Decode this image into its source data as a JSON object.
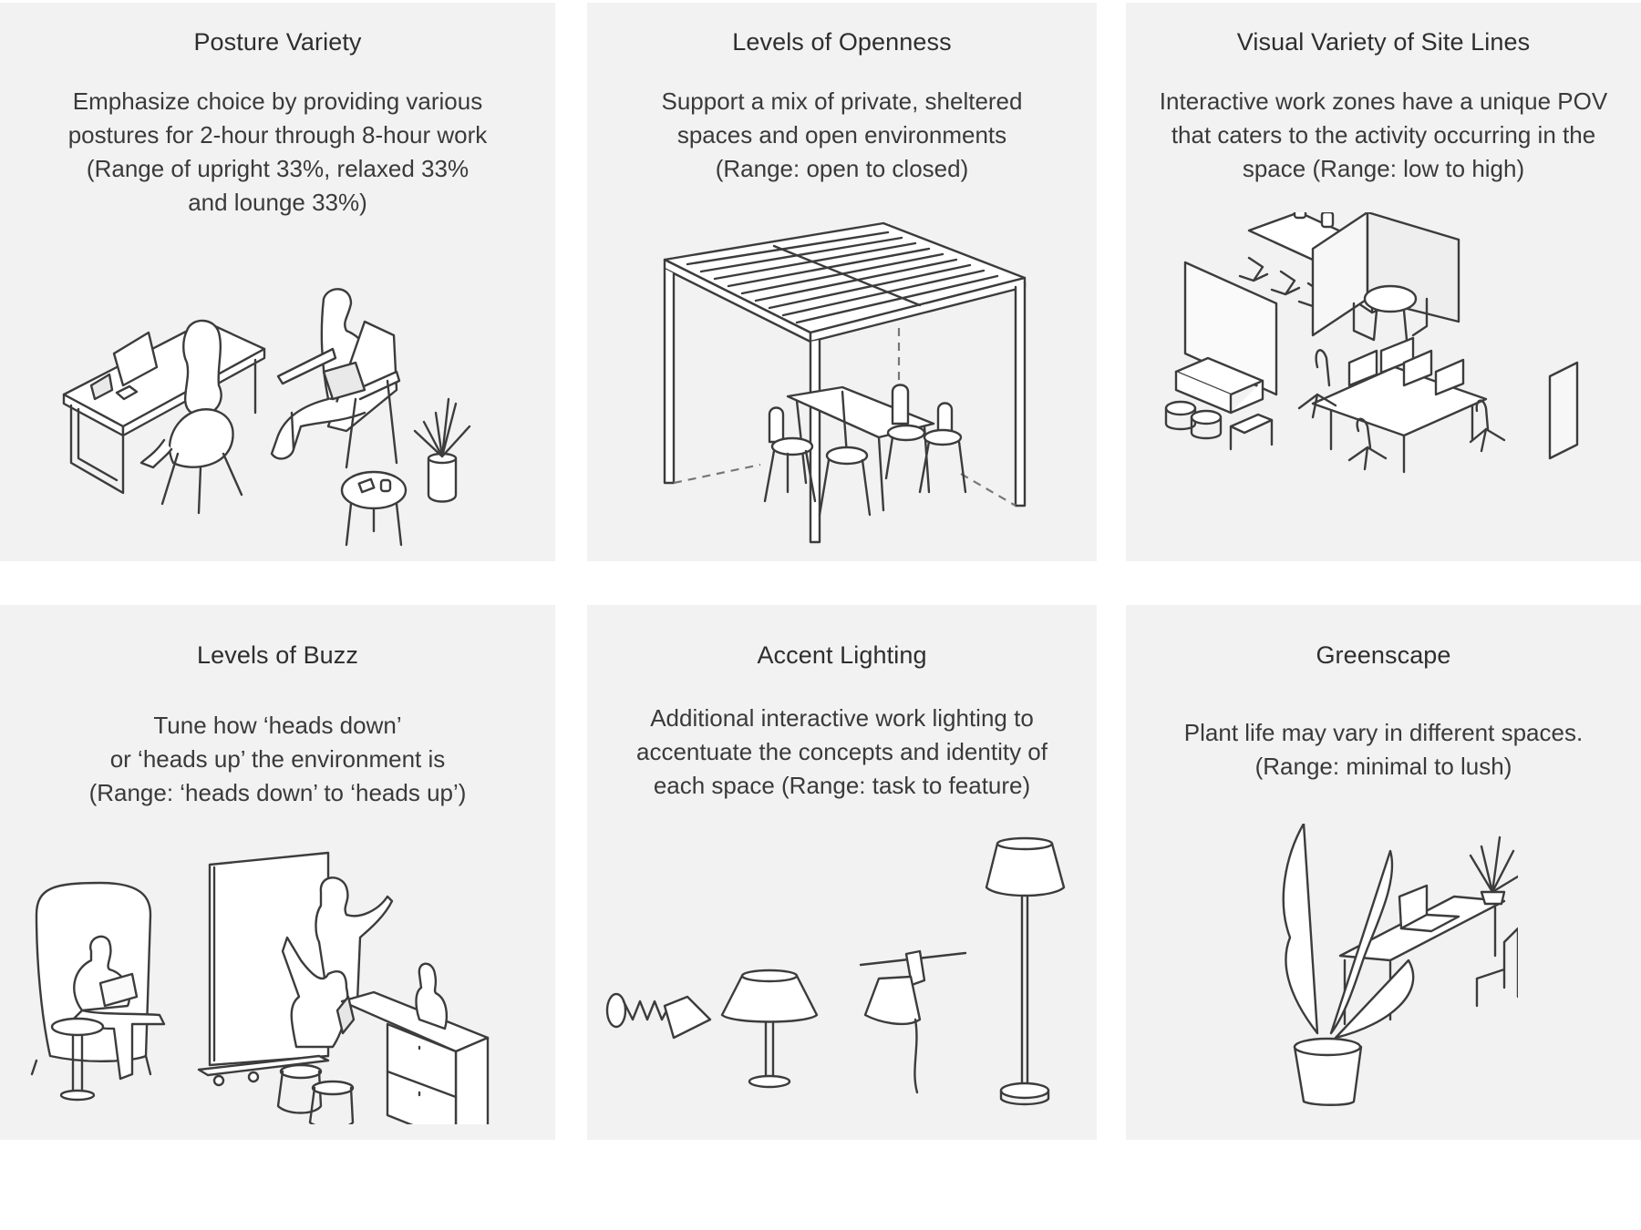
{
  "page": {
    "background": "#ffffff",
    "panel_background": "#f2f2f2",
    "text_color": "#333333"
  },
  "cards": [
    {
      "title": "Posture Variety",
      "description_lines": [
        "Emphasize choice by providing various",
        "postures for 2-hour through 8-hour work",
        "(Range of upright 33%, relaxed 33%",
        "and lounge 33%)"
      ],
      "illustration": "person-at-desk-and-lounge-chair-illustration"
    },
    {
      "title": "Levels of Openness",
      "description_lines": [
        "Support a mix of private, sheltered",
        "spaces and open environments",
        "(Range: open to closed)"
      ],
      "illustration": "pergola-with-high-table-illustration"
    },
    {
      "title": "Visual Variety of Site Lines",
      "description_lines": [
        "Interactive work zones have a unique POV",
        "that caters to the activity occurring in the",
        "space (Range: low to high)"
      ],
      "illustration": "office-zones-isometric-illustration"
    },
    {
      "title": "Levels of Buzz",
      "description_lines": [
        "Tune how ‘heads down’",
        "or ‘heads up’ the environment is",
        "(Range: ‘heads down’ to ‘heads up’)"
      ],
      "illustration": "collaboration-whiteboard-illustration"
    },
    {
      "title": "Accent Lighting",
      "description_lines": [
        "Additional interactive work lighting to",
        "accentuate the concepts and identity of",
        "each space (Range: task to feature)"
      ],
      "illustration": "lamps-illustration"
    },
    {
      "title": "Greenscape",
      "description_lines": [
        "Plant life may vary in different spaces.",
        "(Range: minimal to lush)"
      ],
      "illustration": "plants-and-desk-illustration"
    }
  ]
}
